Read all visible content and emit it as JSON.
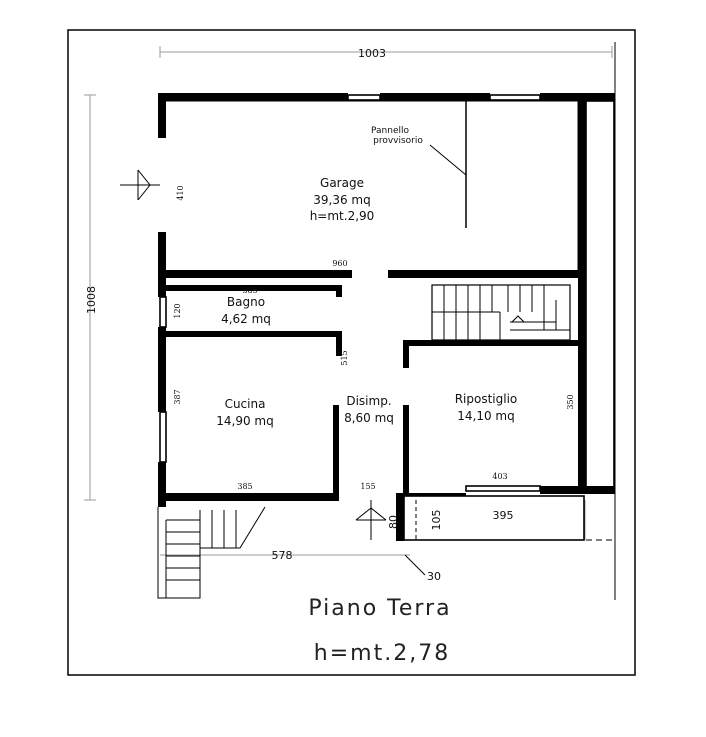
{
  "plan": {
    "title": "Piano Terra",
    "height_label": "h=mt.2,78"
  },
  "rooms": {
    "garage": {
      "name": "Garage",
      "area": "39,36 mq",
      "height": "h=mt.2,90"
    },
    "bagno": {
      "name": "Bagno",
      "area": "4,62 mq"
    },
    "cucina": {
      "name": "Cucina",
      "area": "14,90 mq"
    },
    "disimp": {
      "name": "Disimp.",
      "area": "8,60 mq"
    },
    "ripostiglio": {
      "name": "Ripostiglio",
      "area": "14,10 mq"
    }
  },
  "notes": {
    "pannello_line1": "Pannello",
    "pannello_line2": "provvisorio"
  },
  "dimensions": {
    "top_width": "1003",
    "left_height": "1008",
    "garage_side": "410",
    "garage_bottom": "960",
    "bagno_top": "385",
    "bagno_side": "120",
    "corridor": "515",
    "cucina_side": "387",
    "cucina_bottom": "385",
    "entrance": "155",
    "ripostiglio_side": "350",
    "ripostiglio_bottom": "403",
    "step_depth": "105",
    "step_width": "395",
    "entry_step": "80",
    "left_ext": "578",
    "wall_thick": "30"
  }
}
